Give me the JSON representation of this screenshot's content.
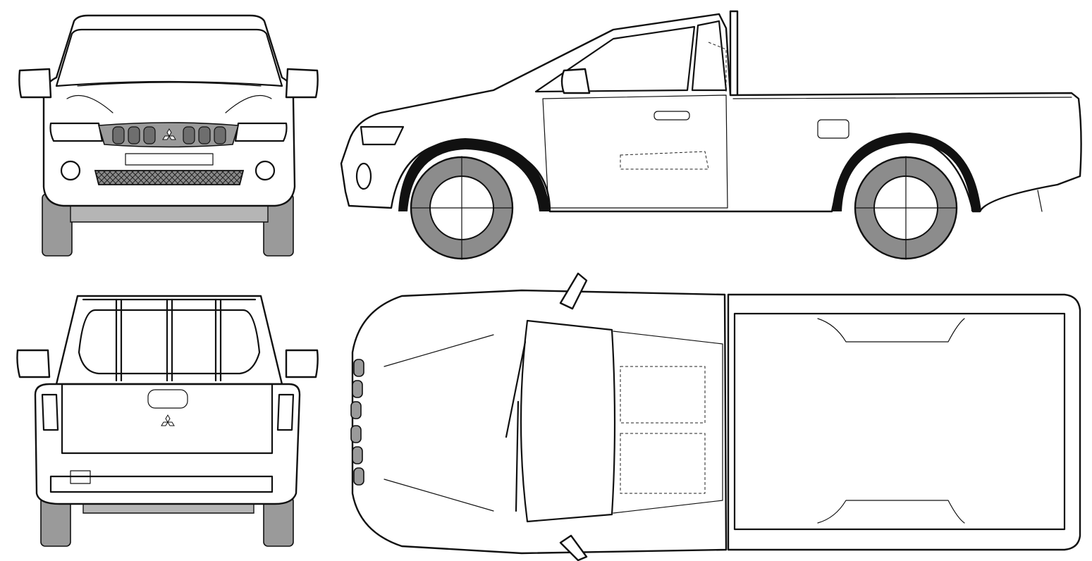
{
  "drawing": {
    "subject": "pickup-truck-blueprint",
    "views": [
      {
        "id": "front",
        "name": "front-view"
      },
      {
        "id": "side",
        "name": "side-view"
      },
      {
        "id": "rear",
        "name": "rear-view"
      },
      {
        "id": "top",
        "name": "top-view"
      }
    ],
    "palette": {
      "line": "#111111",
      "tyre": "#8c8c8c",
      "grille": "#9a9a9a",
      "background": "#ffffff"
    },
    "icons": [
      "three-diamond-emblem-icon"
    ]
  }
}
